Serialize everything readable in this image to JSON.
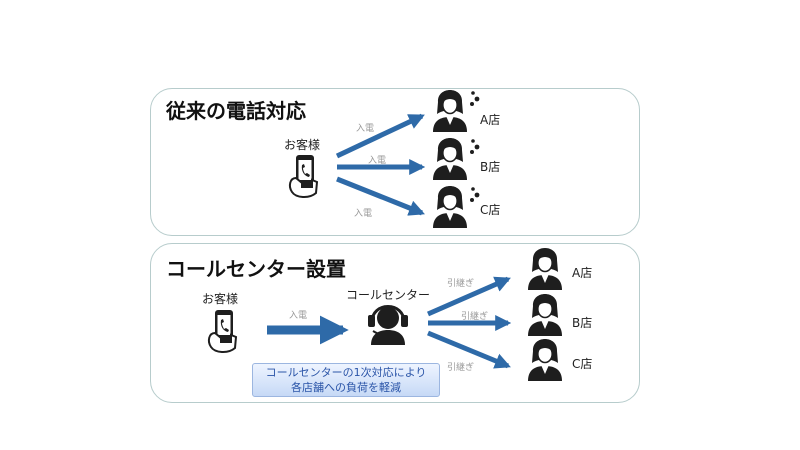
{
  "panel_before": {
    "title": "従来の電話対応",
    "customer_label": "お客様",
    "call_labels": [
      "入電",
      "入電",
      "入電"
    ],
    "stores": [
      "A店",
      "B店",
      "C店"
    ]
  },
  "panel_after": {
    "title": "コールセンター設置",
    "customer_label": "お客様",
    "call_label": "入電",
    "callcenter_label": "コールセンター",
    "handoff_labels": [
      "引継ぎ",
      "引継ぎ",
      "引継ぎ"
    ],
    "stores": [
      "A店",
      "B店",
      "C店"
    ],
    "note_line1": "コールセンターの1次対応により",
    "note_line2": "各店舗への負荷を軽減"
  },
  "colors": {
    "arrow": "#2e6aa8",
    "panel_border": "#b7cccc",
    "icon": "#1e1e1e",
    "note_text": "#2b55a8"
  },
  "icons": [
    "smartphone-hand-icon",
    "woman-stressed-icon",
    "woman-icon",
    "headset-operator-icon"
  ]
}
